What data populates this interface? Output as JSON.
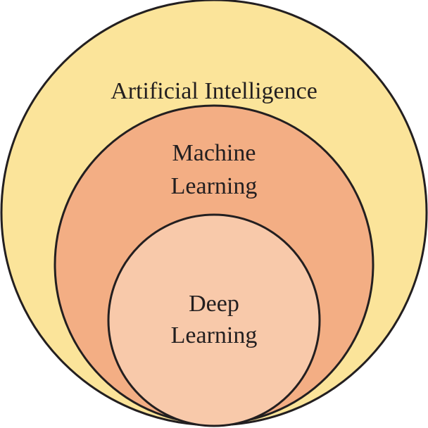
{
  "diagram": {
    "outer": {
      "label": "Artificial Intelligence",
      "fill": "#fbe49a"
    },
    "middle": {
      "label_line1": "Machine",
      "label_line2": "Learning",
      "fill": "#f3ae84"
    },
    "inner": {
      "label_line1": "Deep",
      "label_line2": "Learning",
      "fill": "#f8c9aa"
    },
    "stroke": "#231f20"
  }
}
